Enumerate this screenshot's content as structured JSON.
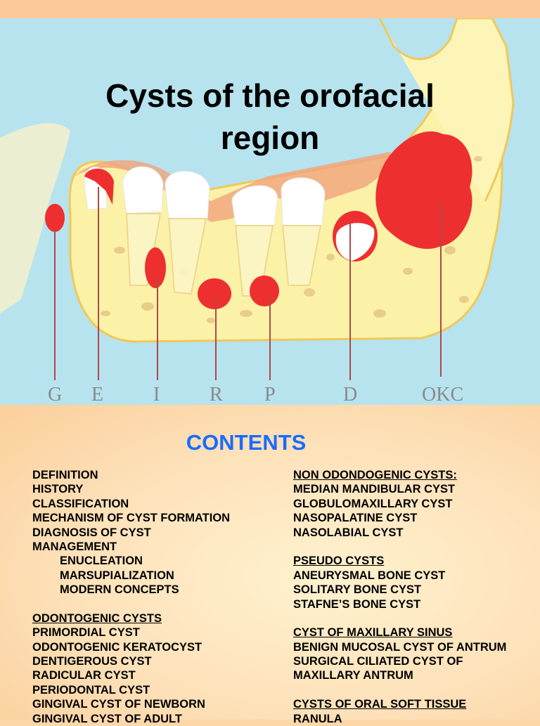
{
  "slide1": {
    "title": "Cysts of the orofacial\nregion",
    "labels": [
      "G",
      "E",
      "I",
      "R",
      "P",
      "D",
      "OKC"
    ]
  },
  "slide2": {
    "heading": "CONTENTS",
    "left": {
      "general": [
        "DEFINITION",
        "HISTORY",
        "CLASSIFICATION",
        "MECHANISM OF CYST FORMATION",
        "DIAGNOSIS OF CYST",
        "MANAGEMENT"
      ],
      "management_sub": [
        "ENUCLEATION",
        "MARSUPIALIZATION",
        "MODERN CONCEPTS"
      ],
      "odontogenic_header": "ODONTOGENIC CYSTS",
      "odontogenic": [
        "PRIMORDIAL CYST",
        "ODONTOGENIC KERATOCYST",
        "DENTIGEROUS CYST",
        "RADICULAR CYST",
        "PERIODONTAL CYST",
        "GINGIVAL CYST OF NEWBORN",
        "GINGIVAL CYST OF ADULT"
      ]
    },
    "right": {
      "non_odontogenic_header": "NON ODONDOGENIC CYSTS:",
      "non_odontogenic": [
        "MEDIAN MANDIBULAR CYST",
        "GLOBULOMAXILLARY CYST",
        "NASOPALATINE CYST",
        "NASOLABIAL CYST"
      ],
      "pseudo_header": "PSEUDO CYSTS",
      "pseudo": [
        "ANEURYSMAL BONE CYST",
        "SOLITARY BONE CYST",
        "STAFNE’S BONE CYST"
      ],
      "sinus_header": "CYST OF MAXILLARY SINUS",
      "sinus": [
        "BENIGN MUCOSAL CYST OF ANTRUM",
        "SURGICAL CILIATED CYST OF",
        "MAXILLARY ANTRUM"
      ],
      "soft_tissue_header": "CYSTS OF ORAL SOFT TISSUE",
      "soft_tissue": [
        "RANULA"
      ]
    }
  }
}
